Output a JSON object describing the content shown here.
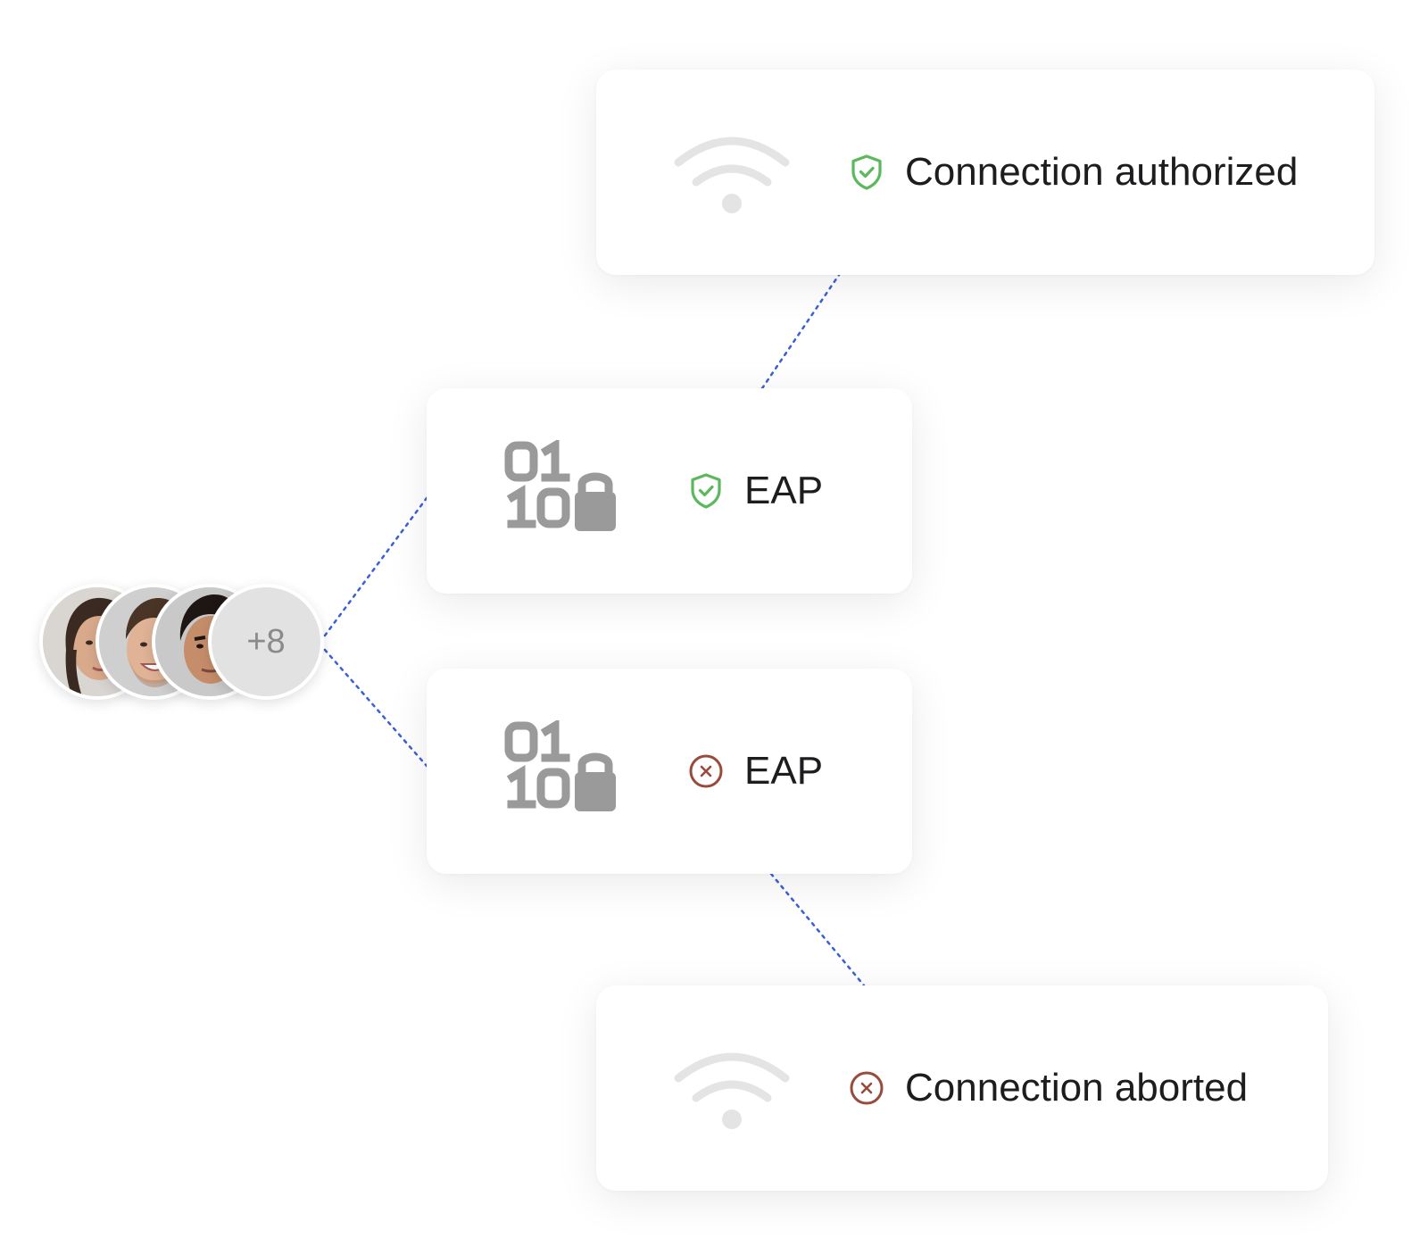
{
  "colors": {
    "connector": "#3b5fd6",
    "success": "#5cb85c",
    "error": "#9a4a3a",
    "icon_gray": "#9a9a9a",
    "wifi_gray": "#e4e4e4"
  },
  "participants": {
    "avatar_icons": [
      "person-avatar",
      "person-avatar",
      "person-avatar"
    ],
    "more_count": "+8"
  },
  "flow": [
    {
      "id": "authorized",
      "icon": "wifi-icon",
      "status_icon": "shield-check-icon",
      "status": "success",
      "label": "Connection authorized"
    },
    {
      "id": "eap-ok",
      "icon": "binary-lock-icon",
      "status_icon": "shield-check-icon",
      "status": "success",
      "label": "EAP"
    },
    {
      "id": "eap-fail",
      "icon": "binary-lock-icon",
      "status_icon": "circle-x-icon",
      "status": "error",
      "label": "EAP"
    },
    {
      "id": "aborted",
      "icon": "wifi-icon",
      "status_icon": "circle-x-icon",
      "status": "error",
      "label": "Connection aborted"
    }
  ]
}
